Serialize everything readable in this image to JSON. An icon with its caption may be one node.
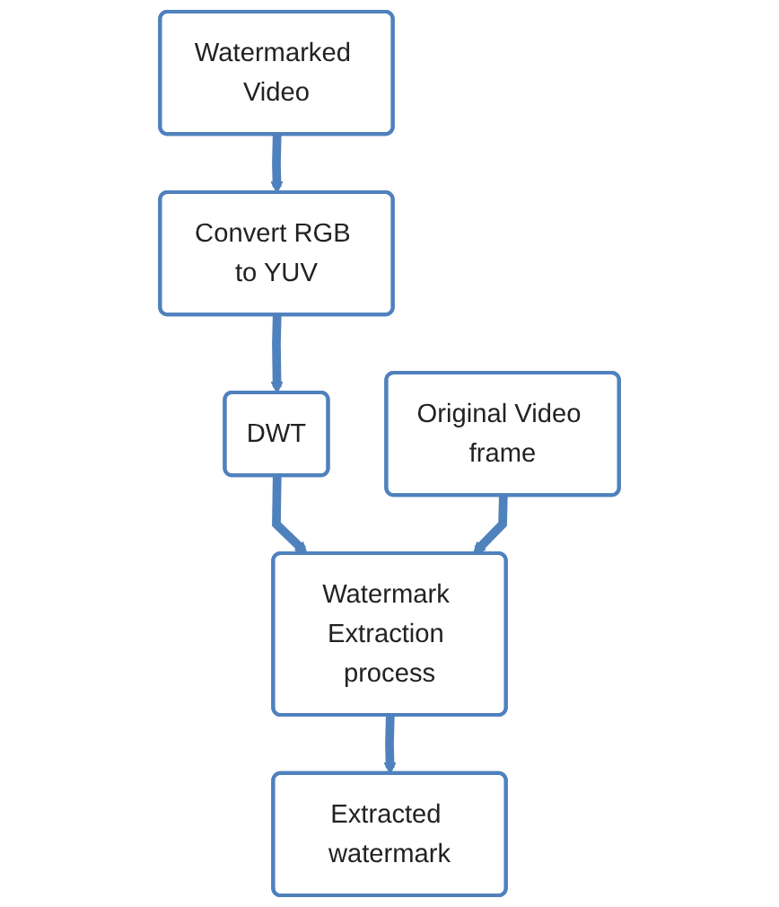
{
  "diagram": {
    "nodes": [
      {
        "text": [
          "Watermarked Video"
        ]
      },
      {
        "text": [
          "Convert RGB to YUV"
        ]
      },
      {
        "text": [
          "DWT"
        ]
      },
      {
        "text": [
          "Original Video frame"
        ]
      },
      {
        "text": [
          "Watermark Extraction process"
        ]
      },
      {
        "text": [
          "Extracted watermark"
        ]
      }
    ],
    "edges": [
      {
        "from": 0,
        "to": 1,
        "arrow": "to"
      },
      {
        "from": 1,
        "to": 2,
        "arrow": "to"
      },
      {
        "from": 2,
        "to": 4,
        "arrow": "to"
      },
      {
        "from": 3,
        "to": 4,
        "arrow": "to"
      },
      {
        "from": 4,
        "to": 5,
        "arrow": "to"
      }
    ]
  }
}
